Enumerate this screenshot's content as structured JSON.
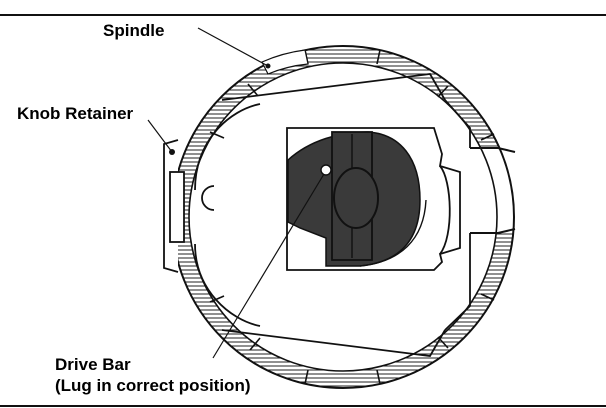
{
  "labels": {
    "spindle": "Spindle",
    "knob_retainer": "Knob Retainer",
    "drive_bar_line1": "Drive Bar",
    "drive_bar_line2": "(Lug in correct position)"
  }
}
